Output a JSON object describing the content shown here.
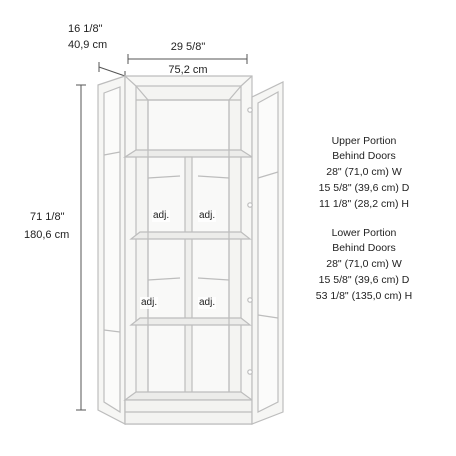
{
  "dimensions": {
    "depth": {
      "imperial": "16 1/8\"",
      "metric": "40,9 cm"
    },
    "width": {
      "imperial": "29 5/8\"",
      "metric": "75,2 cm"
    },
    "height": {
      "imperial": "71 1/8\"",
      "metric": "180,6 cm"
    }
  },
  "shelf_labels": [
    "adj.",
    "adj.",
    "adj.",
    "adj."
  ],
  "upper_portion": {
    "title_line1": "Upper Portion",
    "title_line2": "Behind Doors",
    "width": "28\" (71,0 cm) W",
    "depth": "15 5/8\" (39,6 cm) D",
    "height": "11 1/8\" (28,2 cm) H"
  },
  "lower_portion": {
    "title_line1": "Lower Portion",
    "title_line2": "Behind Doors",
    "width": "28\" (71,0 cm) W",
    "depth": "15 5/8\" (39,6 cm) D",
    "height": "53 1/8\" (135,0 cm) H"
  },
  "colors": {
    "text": "#222222",
    "line": "#555555",
    "cabinet_stroke": "#bdbdbd",
    "cabinet_fill": "#f6f6f4"
  }
}
